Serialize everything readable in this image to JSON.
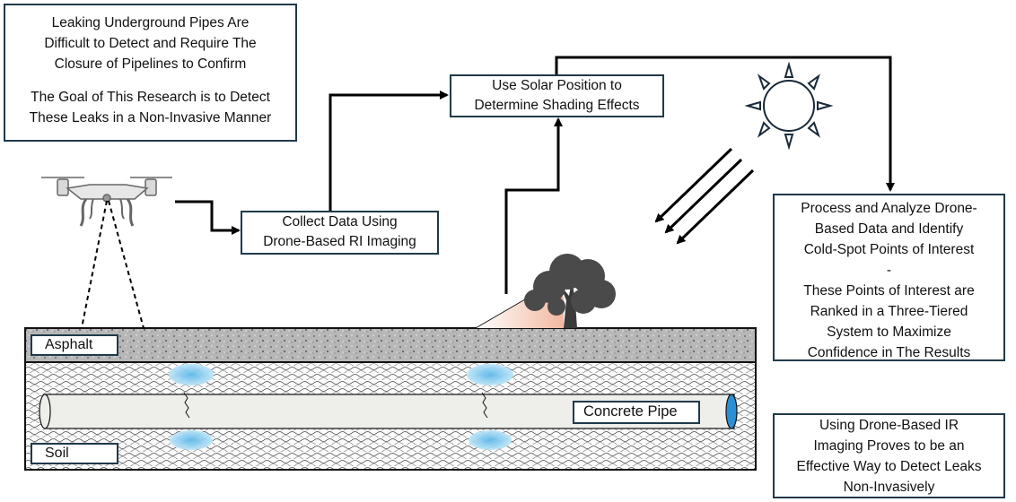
{
  "intro": {
    "lines": [
      "Leaking Underground Pipes Are",
      "Difficult to Detect and Require The",
      "Closure of Pipelines to Confirm",
      "",
      "The Goal of This Research is to Detect",
      "These Leaks in a Non-Invasive Manner"
    ]
  },
  "solar_box": {
    "lines": [
      "Use Solar Position to",
      "Determine Shading Effects"
    ]
  },
  "collect_box": {
    "lines": [
      "Collect Data Using",
      "Drone-Based RI Imaging"
    ]
  },
  "process_box": {
    "lines": [
      "Process and Analyze Drone-",
      "Based Data and Identify",
      "Cold-Spot Points of Interest",
      "-",
      "These Points of Interest are",
      "Ranked in a Three-Tiered",
      "System to Maximize",
      "Confidence in The Results"
    ]
  },
  "conclusion_box": {
    "lines": [
      "Using Drone-Based IR",
      "Imaging Proves to be an",
      "Effective Way to Detect Leaks",
      "Non-Invasively"
    ]
  },
  "labels": {
    "asphalt": "Asphalt",
    "soil": "Soil",
    "pipe": "Concrete Pipe"
  },
  "icons": {
    "drone": "drone-icon",
    "sun": "sun-icon",
    "tree": "tree-icon",
    "leak": "water-leak-icon"
  },
  "colors": {
    "border": "#1f3a4a",
    "asphalt": "#b9b9b9",
    "pipe": "#efefea",
    "pipe_end": "#2b8fd4",
    "water": "#8fd0f2",
    "shade": "#f6c8b4"
  }
}
